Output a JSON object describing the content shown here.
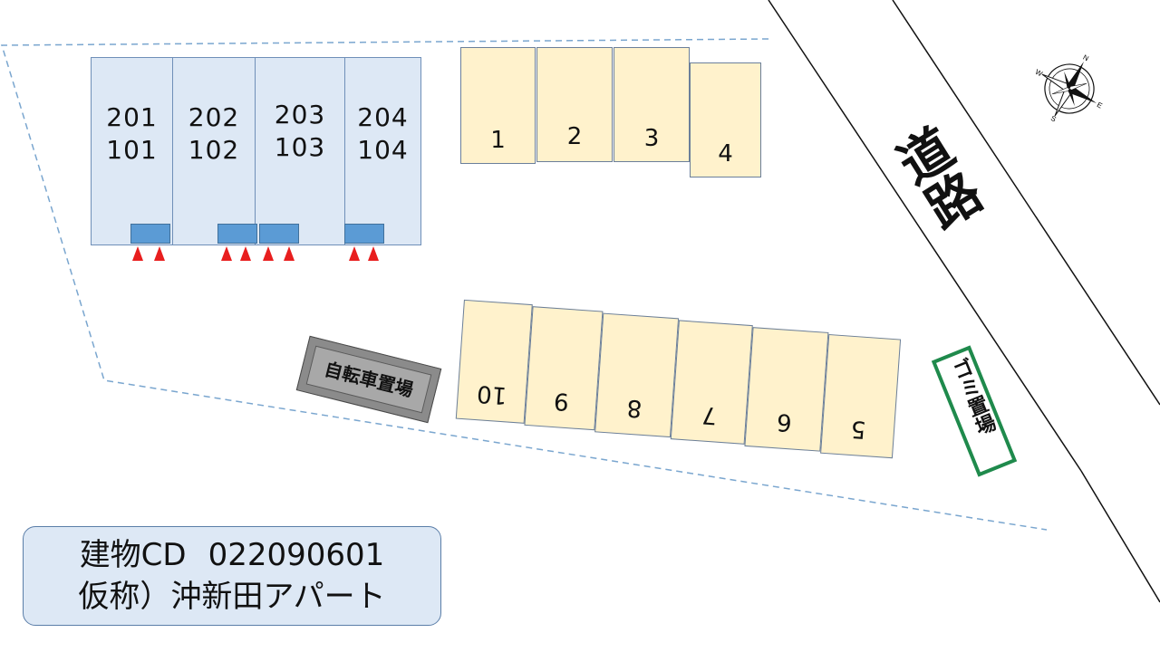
{
  "buildings": [
    {
      "upper": "201",
      "lower": "101"
    },
    {
      "upper": "202",
      "lower": "102"
    },
    {
      "upper": "203",
      "lower": "103"
    },
    {
      "upper": "204",
      "lower": "104"
    }
  ],
  "parking_top": [
    "1",
    "2",
    "3",
    "4"
  ],
  "parking_bottom": [
    "10",
    "9",
    "8",
    "7",
    "6",
    "5"
  ],
  "bike_parking_label": "自転車置場",
  "garbage_label": "ゴミ置場",
  "road_label": "道路",
  "compass": {
    "n": "N",
    "e": "E",
    "s": "S",
    "w": "W"
  },
  "info": {
    "code_label": "建物CD",
    "code_value": "022090601",
    "name": "仮称）沖新田アパート"
  },
  "colors": {
    "building_fill": "#dde8f5",
    "parking_fill": "#fff2cc",
    "entrance": "#5b9bd5",
    "cone": "#e81e1e",
    "garbage_border": "#1f8a4c",
    "boundary": "#7aa6cf"
  }
}
